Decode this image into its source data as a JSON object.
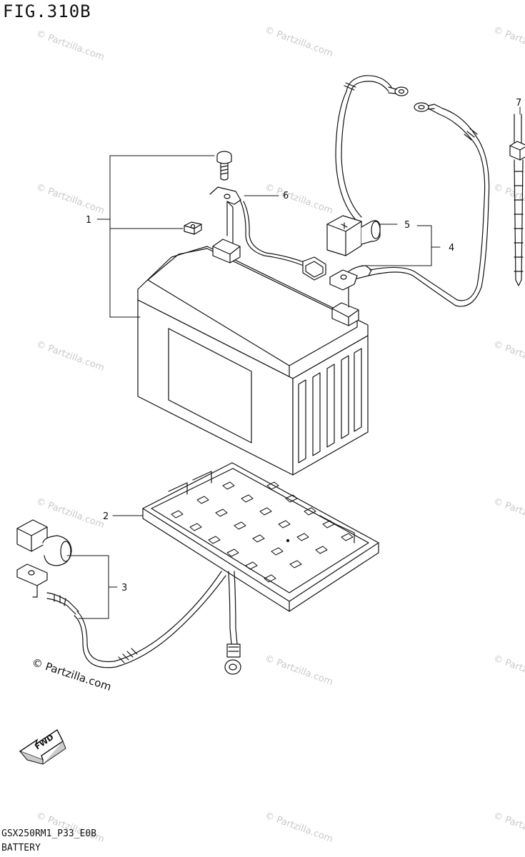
{
  "figure": {
    "title": "FIG.310B",
    "model_code": "GSX250RM1_P33_E0B",
    "section_name": "BATTERY",
    "copyright": "© Partzilla.com",
    "watermark": "© Partzilla.com",
    "fwd_label": "FWD"
  },
  "callouts": [
    {
      "id": "callout-1",
      "number": "1"
    },
    {
      "id": "callout-2",
      "number": "2"
    },
    {
      "id": "callout-3",
      "number": "3"
    },
    {
      "id": "callout-4",
      "number": "4"
    },
    {
      "id": "callout-5",
      "number": "5"
    },
    {
      "id": "callout-6",
      "number": "6"
    },
    {
      "id": "callout-7",
      "number": "7"
    }
  ],
  "colors": {
    "line": "#111111",
    "watermark": "#c9c9c9",
    "background": "#ffffff"
  }
}
